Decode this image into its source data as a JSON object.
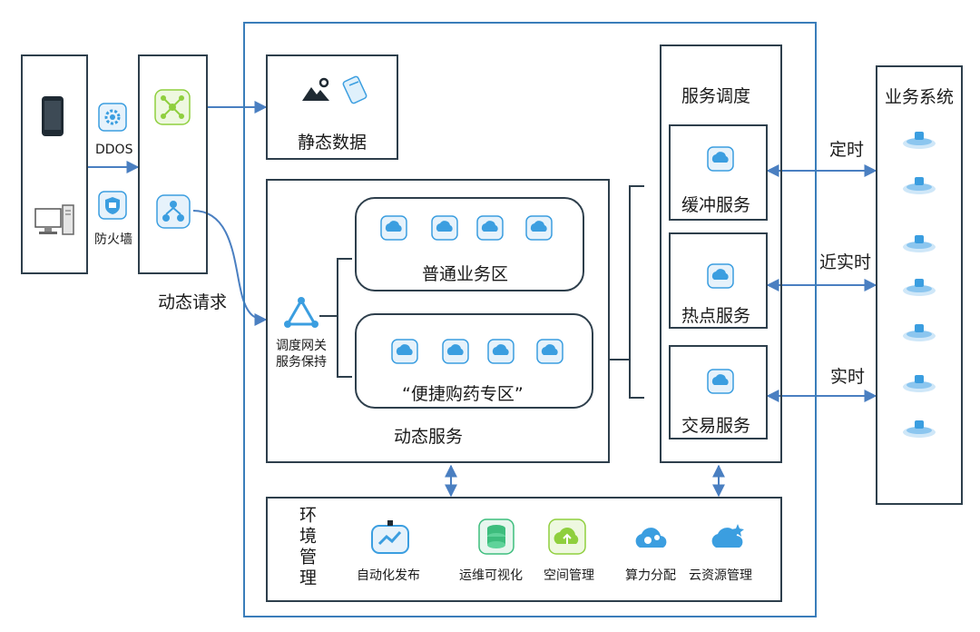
{
  "diagram": {
    "left": {
      "ddos_label": "DDOS",
      "firewall_label": "防火墙",
      "dynamic_request_label": "动态请求"
    },
    "static_data": {
      "label": "静态数据"
    },
    "dynamic": {
      "gateway_label_line1": "调度网关",
      "gateway_label_line2": "服务保持",
      "zone_normal": "普通业务区",
      "zone_pharmacy": "“便捷购药专区”",
      "dynamic_service_label": "动态服务"
    },
    "scheduling": {
      "title": "服务调度",
      "buffer": "缓冲服务",
      "hotspot": "热点服务",
      "trade": "交易服务"
    },
    "business": {
      "title": "业务系统",
      "timing": "定时",
      "near_realtime": "近实时",
      "realtime": "实时"
    },
    "env": {
      "title": "环境管理",
      "items": [
        "自动化发布",
        "运维可视化",
        "空间管理",
        "算力分配",
        "云资源管理"
      ]
    },
    "colors": {
      "frame_blue": "#3a7dba",
      "box_dark": "#2e3f4c",
      "arrow_blue": "#4a7fc1",
      "icon_blue": "#3b9ee0",
      "icon_green": "#8fcf3e"
    }
  }
}
